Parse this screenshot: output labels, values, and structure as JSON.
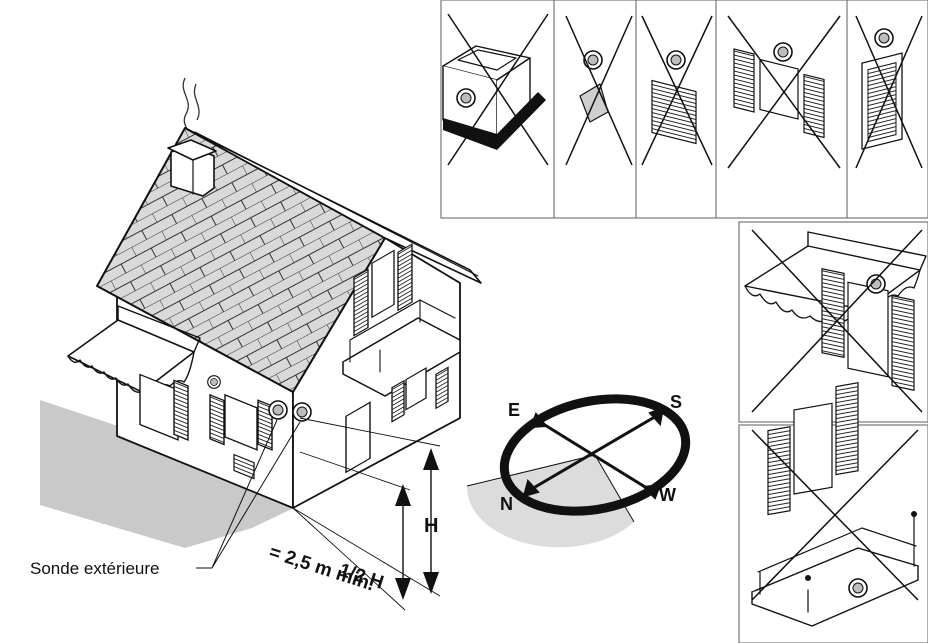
{
  "labels": {
    "sensor": "Sonde extérieure",
    "height": "H",
    "half_height": "1/2 H",
    "min_height": "= 2,5 m min."
  },
  "compass": {
    "south": "S",
    "east": "E",
    "north": "N",
    "west": "W"
  },
  "colors": {
    "ink": "#111111",
    "roof": "#d9d9d9",
    "shadow": "#c9c9c9",
    "north_sector": "#dcdcdc",
    "panel_border": "#777777"
  },
  "icons": {
    "sensor": "round-sensor-icon",
    "forbidden": "cross-icon"
  }
}
